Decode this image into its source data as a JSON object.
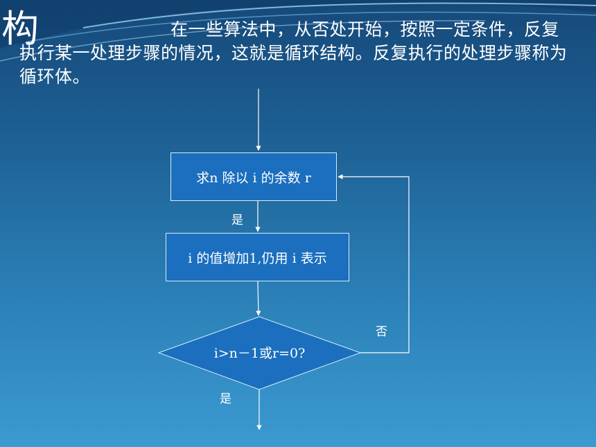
{
  "slide": {
    "title_fragment": "构",
    "paragraph": "在一些算法中，从否处开始，按照一定条件，反复执行某一处理步骤的情况，这就是循环结构。反复执行的处理步骤称为循环体。"
  },
  "flowchart": {
    "step1": "求n 除以 i 的余数 r",
    "step2": "i 的值增加1,仍用 i 表示",
    "decision": "i>n－1或r=0?",
    "label_yes_1": "是",
    "label_no": "否",
    "label_yes_2": "是"
  }
}
